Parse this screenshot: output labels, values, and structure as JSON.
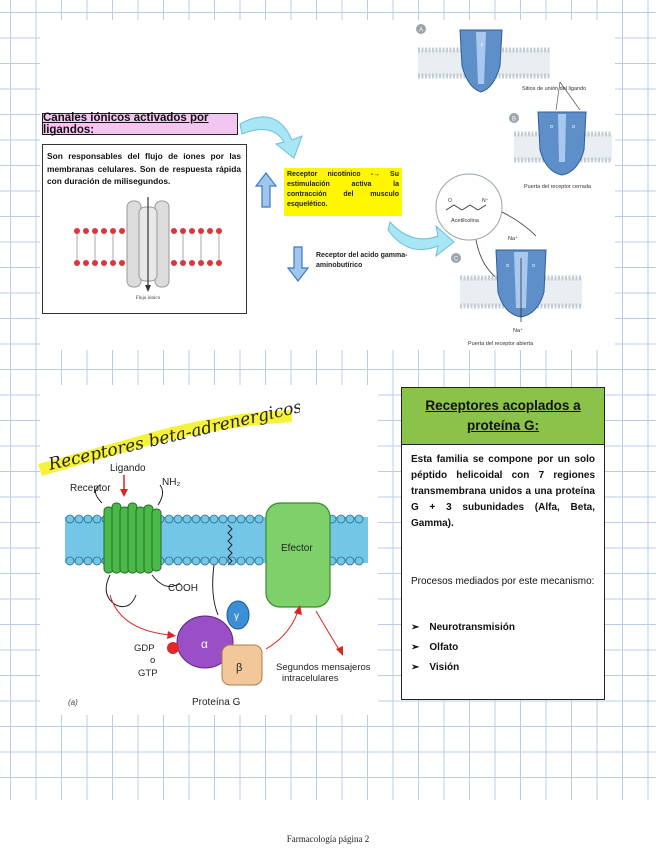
{
  "section1": {
    "title": "Canales iónicos activados por ligandos:",
    "description": "Son responsables del flujo de iones por las membranas celulares. Son de respuesta rápida con duración de milisegundos.",
    "flow_label": "Flujo iónico",
    "nicotinic": "Receptor nicotínico -→ Su estimulación activa la contracción del musculo esquelético.",
    "gaba": "Receptor del acido gamma- aminobutírico",
    "fig_labels": {
      "a": "A",
      "b": "B",
      "c": "C",
      "sites": "Sitios de unión del ligando",
      "closed": "Puerta del receptor cerrada",
      "acetylcholine": "Acetilcolina",
      "na1": "Na⁺",
      "na2": "Na⁺",
      "open": "Puerta del receptor abierta"
    }
  },
  "section2": {
    "handwritten": "Receptores beta-adrenergicos",
    "diagram": {
      "ligando": "Ligando",
      "receptor": "Receptor",
      "nh2": "NH₂",
      "cooh": "COOH",
      "efector": "Efector",
      "gdp": "GDP",
      "o": "o",
      "gtp": "GTP",
      "alpha": "α",
      "beta": "β",
      "gamma": "γ",
      "proteina_g": "Proteína G",
      "segundos": "Segundos mensajeros intracelulares",
      "fig": "(a)"
    },
    "title": "Receptores acoplados a proteína G:",
    "body": "Esta familia se compone por un solo péptido helicoidal con 7 regiones transmembrana unidos a una proteína G + 3 subunidades (Alfa, Beta, Gamma).",
    "processes_intro": "Procesos mediados por este mecanismo:",
    "processes": [
      "Neurotransmisión",
      "Olfato",
      "Visión"
    ]
  },
  "footer": "Farmacología página 2"
}
